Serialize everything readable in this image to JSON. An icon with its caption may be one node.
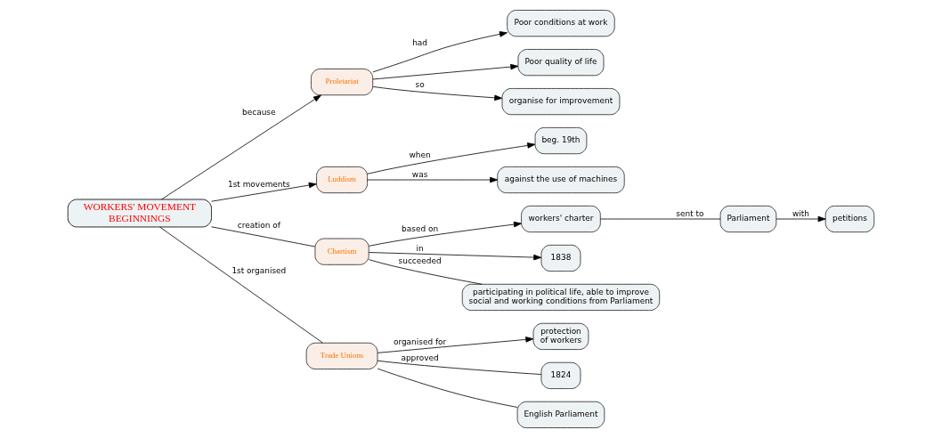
{
  "diagram": {
    "nodes": [
      {
        "text": [
          "WORKERS' MOVEMENT BEGINNINGS"
        ]
      },
      {
        "text": [
          "Proletariat"
        ]
      },
      {
        "text": [
          "Poor conditions at work"
        ]
      },
      {
        "text": [
          "Poor quality of life"
        ]
      },
      {
        "text": [
          "organise for improvement"
        ]
      },
      {
        "text": [
          "Luddism"
        ]
      },
      {
        "text": [
          "beg. 19th"
        ]
      },
      {
        "text": [
          "against the use of machines"
        ]
      },
      {
        "text": [
          "Chartism"
        ]
      },
      {
        "text": [
          "workers' charter"
        ]
      },
      {
        "text": [
          "Parliament"
        ]
      },
      {
        "text": [
          "petitions"
        ]
      },
      {
        "text": [
          "1838"
        ]
      },
      {
        "text": [
          "participating in political life, able to improve social and working conditions from Parliament"
        ]
      },
      {
        "text": [
          "Trade Unions"
        ]
      },
      {
        "text": [
          "protection of workers"
        ]
      },
      {
        "text": [
          "1824"
        ]
      },
      {
        "text": [
          "English Parliament"
        ]
      }
    ],
    "edges": [
      {
        "from": 0,
        "to": 1,
        "arrow": "to",
        "label": "because"
      },
      {
        "from": 1,
        "to": 2,
        "arrow": "to",
        "label": "had"
      },
      {
        "from": 1,
        "to": 3,
        "arrow": "to"
      },
      {
        "from": 1,
        "to": 4,
        "arrow": "to",
        "label": "so"
      },
      {
        "from": 0,
        "to": 5,
        "arrow": "to",
        "label": "1st movements"
      },
      {
        "from": 5,
        "to": 6,
        "arrow": "to",
        "label": "when"
      },
      {
        "from": 5,
        "to": 7,
        "arrow": "to",
        "label": "was"
      },
      {
        "from": 0,
        "to": 8,
        "arrow": "none",
        "label": "creation of"
      },
      {
        "from": 8,
        "to": 9,
        "arrow": "to",
        "label": "based on"
      },
      {
        "from": 9,
        "to": 10,
        "arrow": "none",
        "label": "sent to"
      },
      {
        "from": 10,
        "to": 11,
        "arrow": "to",
        "label": "with"
      },
      {
        "from": 8,
        "to": 12,
        "arrow": "to",
        "label": "in"
      },
      {
        "from": 8,
        "to": 13,
        "arrow": "none",
        "label": "succeeded"
      },
      {
        "from": 0,
        "to": 14,
        "arrow": "none",
        "label": "1st organised"
      },
      {
        "from": 14,
        "to": 15,
        "arrow": "to",
        "label": "organised for"
      },
      {
        "from": 14,
        "to": 16,
        "arrow": "none",
        "label": "approved"
      },
      {
        "from": 14,
        "to": 17,
        "arrow": "none"
      }
    ]
  }
}
